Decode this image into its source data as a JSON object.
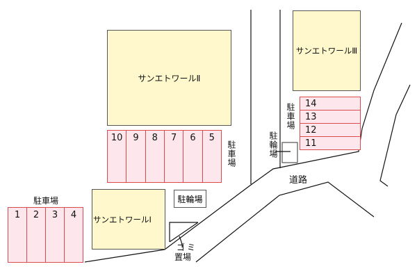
{
  "map": {
    "buildings": [
      {
        "id": "building-2",
        "name": "サンエトワールⅡ"
      },
      {
        "id": "building-1",
        "name": "サンエトワールⅠ"
      },
      {
        "id": "building-3",
        "name": "サンエトワールⅢ"
      }
    ],
    "parking_lots": {
      "center": {
        "label": "駐車場",
        "stalls": [
          "10",
          "9",
          "8",
          "7",
          "6",
          "5"
        ]
      },
      "left": {
        "label": "駐車場",
        "stalls": [
          "1",
          "2",
          "3",
          "4"
        ]
      },
      "right": {
        "label": "駐車場",
        "stalls": [
          "14",
          "13",
          "12",
          "11"
        ]
      }
    },
    "bicycle_parking": [
      {
        "id": "bike-parking-center",
        "label": "駐輪場"
      },
      {
        "id": "bike-parking-right",
        "label": "駐輪場"
      }
    ],
    "garbage_area": {
      "label_line1": "ゴミ",
      "label_line2": "置場"
    },
    "road": {
      "label": "道路"
    },
    "colors": {
      "building_fill": "#fff8cc",
      "building_border": "#555555",
      "parking_fill": "#fde6ec",
      "parking_border": "#d94a4a",
      "road_line": "#111111"
    }
  }
}
